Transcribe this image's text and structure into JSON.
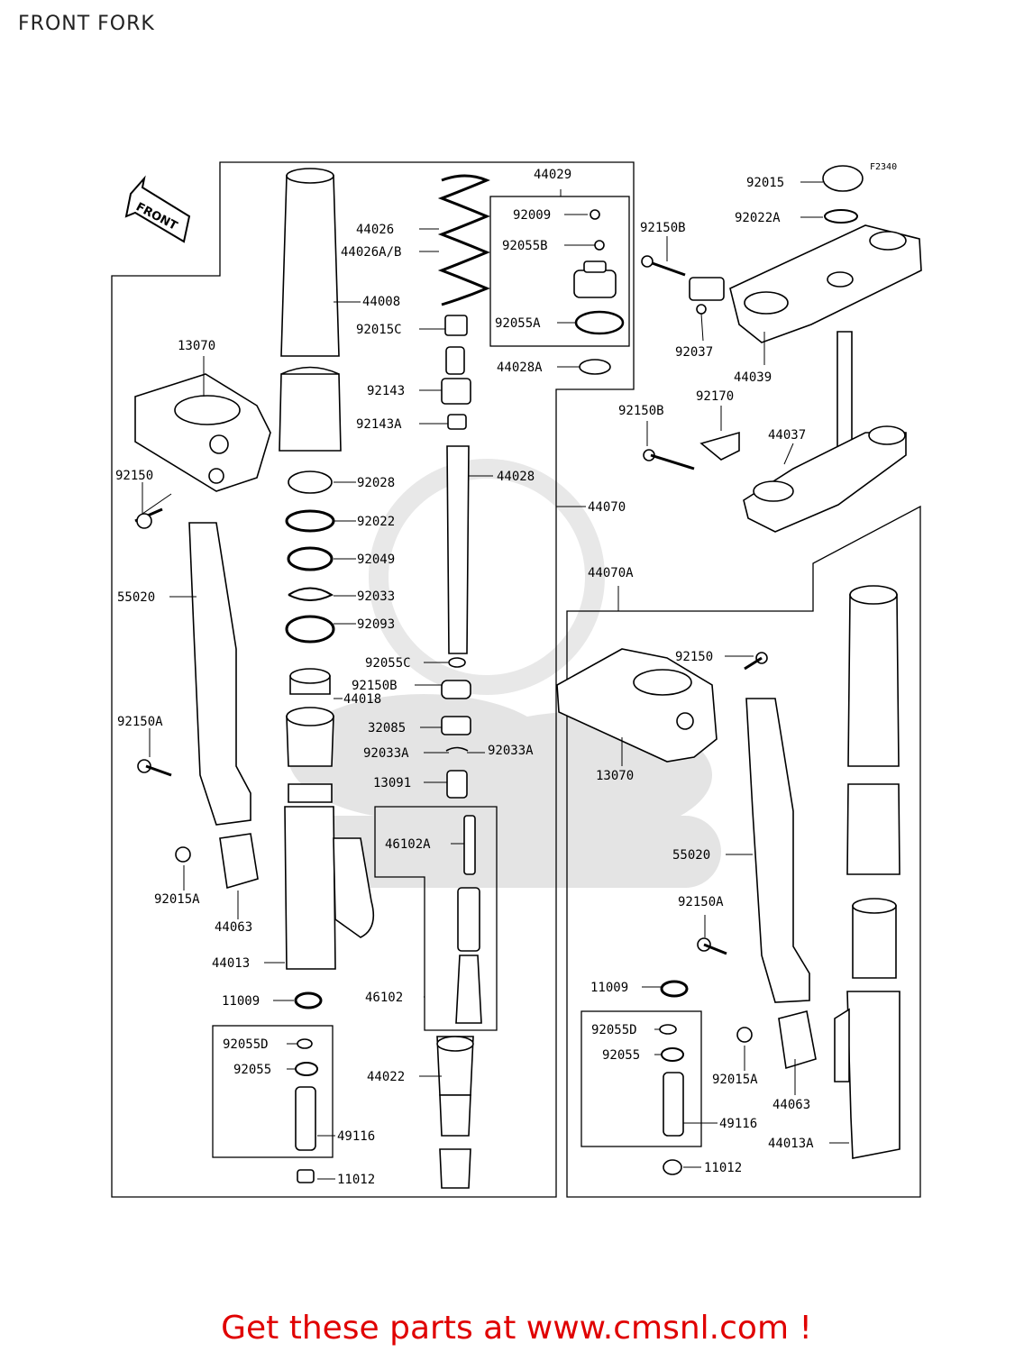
{
  "page": {
    "title": "FRONT FORK",
    "footer": "Get these parts at www.cmsnl.com !",
    "diagram_code": "F2340",
    "front_arrow": "FRONT",
    "watermark": "CMS www.cmsnl.com"
  },
  "parts": {
    "p44029": "44029",
    "p92009": "92009",
    "p92055B": "92055B",
    "p92055A": "92055A",
    "p44028A": "44028A",
    "p44026": "44026",
    "p44026AB": "44026A/B",
    "p44008": "44008",
    "p92015C": "92015C",
    "p92143": "92143",
    "p92143A": "92143A",
    "p13070": "13070",
    "p92150": "92150",
    "p92028": "92028",
    "p92022": "92022",
    "p92049": "92049",
    "p92033": "92033",
    "p92093": "92093",
    "p44018": "44018",
    "p44028": "44028",
    "p44070": "44070",
    "p92055C": "92055C",
    "p92150B_center": "92150B",
    "p32085": "32085",
    "p92033A_left": "92033A",
    "p92033A_right": "92033A",
    "p13091": "13091",
    "p46102A": "46102A",
    "p46102": "46102",
    "p55020": "55020",
    "p92150A": "92150A",
    "p92015A": "92015A",
    "p44063": "44063",
    "p44013": "44013",
    "p11009": "11009",
    "p92055D": "92055D",
    "p92055": "92055",
    "p49116": "49116",
    "p11012": "11012",
    "p44022": "44022",
    "p92015": "92015",
    "p92022A": "92022A",
    "p92150B_top": "92150B",
    "p92037": "92037",
    "p44039": "44039",
    "p92150B_mid": "92150B",
    "p92170": "92170",
    "p44037": "44037",
    "p44070A": "44070A",
    "r92150": "92150",
    "r13070": "13070",
    "r55020": "55020",
    "r92150A": "92150A",
    "r11009": "11009",
    "r92055D": "92055D",
    "r92055": "92055",
    "r92015A": "92015A",
    "r44063": "44063",
    "r49116": "49116",
    "r44013A": "44013A",
    "r11012": "11012"
  }
}
